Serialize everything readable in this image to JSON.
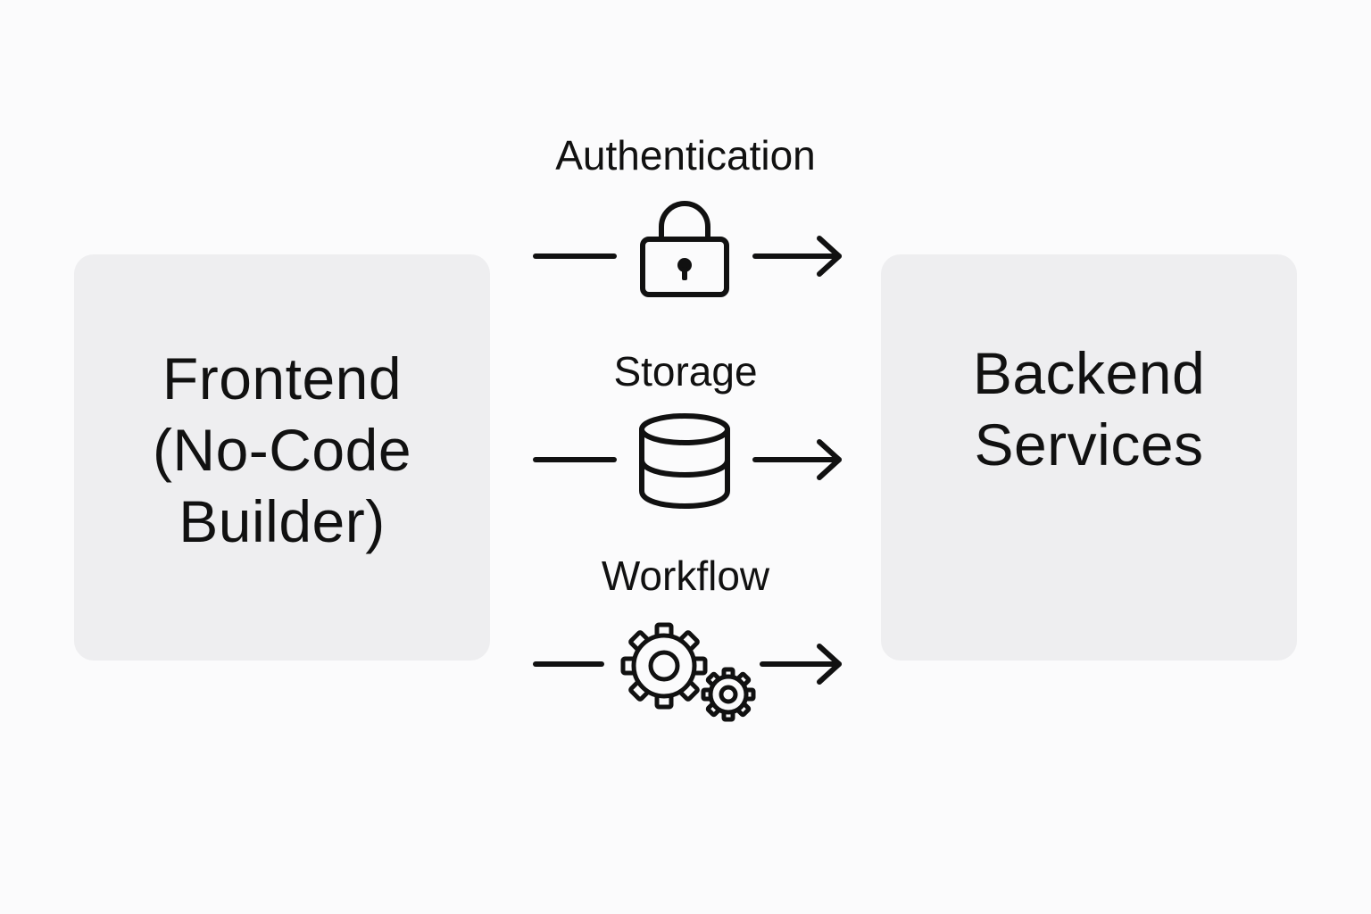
{
  "frontend": {
    "lines": [
      "Frontend",
      "(No-Code",
      "Builder)"
    ]
  },
  "backend": {
    "lines": [
      "Backend",
      "Services"
    ]
  },
  "connections": [
    {
      "label": "Authentication",
      "icon": "lock-icon"
    },
    {
      "label": "Storage",
      "icon": "database-icon"
    },
    {
      "label": "Workflow",
      "icon": "gears-icon"
    }
  ],
  "colors": {
    "background": "#fbfbfc",
    "box": "#eeeef0",
    "ink": "#111111"
  }
}
